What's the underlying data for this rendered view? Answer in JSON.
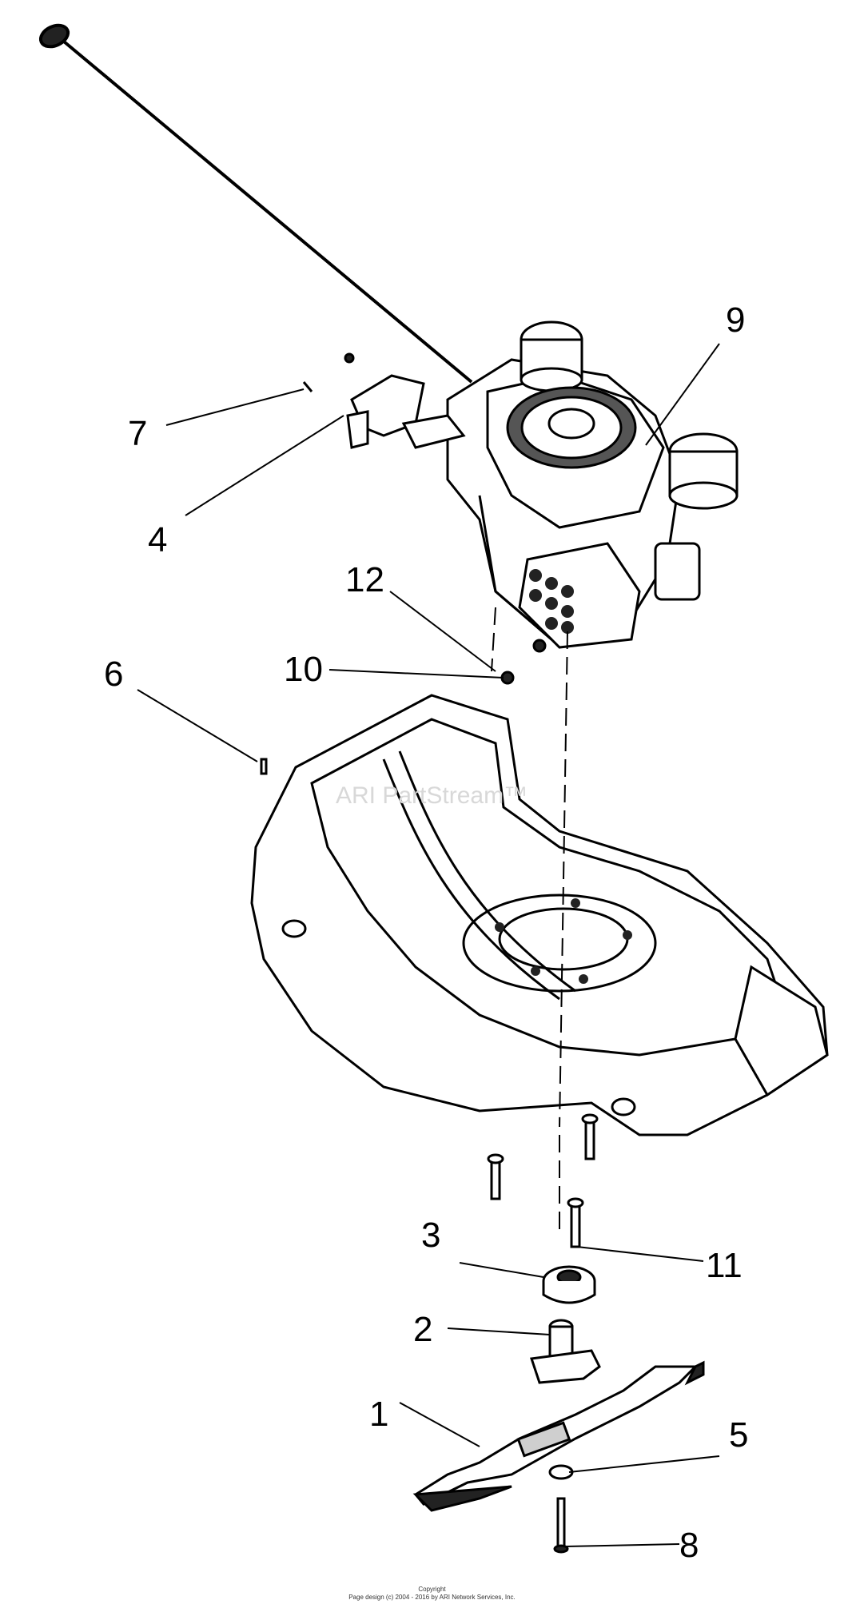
{
  "diagram": {
    "callouts": [
      {
        "id": "1",
        "label": "1"
      },
      {
        "id": "2",
        "label": "2"
      },
      {
        "id": "3",
        "label": "3"
      },
      {
        "id": "4",
        "label": "4"
      },
      {
        "id": "5",
        "label": "5"
      },
      {
        "id": "6",
        "label": "6"
      },
      {
        "id": "7",
        "label": "7"
      },
      {
        "id": "8",
        "label": "8"
      },
      {
        "id": "9",
        "label": "9"
      },
      {
        "id": "10",
        "label": "10"
      },
      {
        "id": "11",
        "label": "11"
      },
      {
        "id": "12",
        "label": "12"
      }
    ],
    "watermark": "ARI PartStream™"
  },
  "footer": {
    "copyright": "Copyright",
    "page_design": "Page design (c) 2004 - 2016 by ARI Network Services, Inc."
  },
  "colors": {
    "line": "#000000",
    "fill_dark": "#222222",
    "fill_mid": "#cfcfcf",
    "fill_light": "#ffffff",
    "watermark": "#d8d8d8"
  }
}
